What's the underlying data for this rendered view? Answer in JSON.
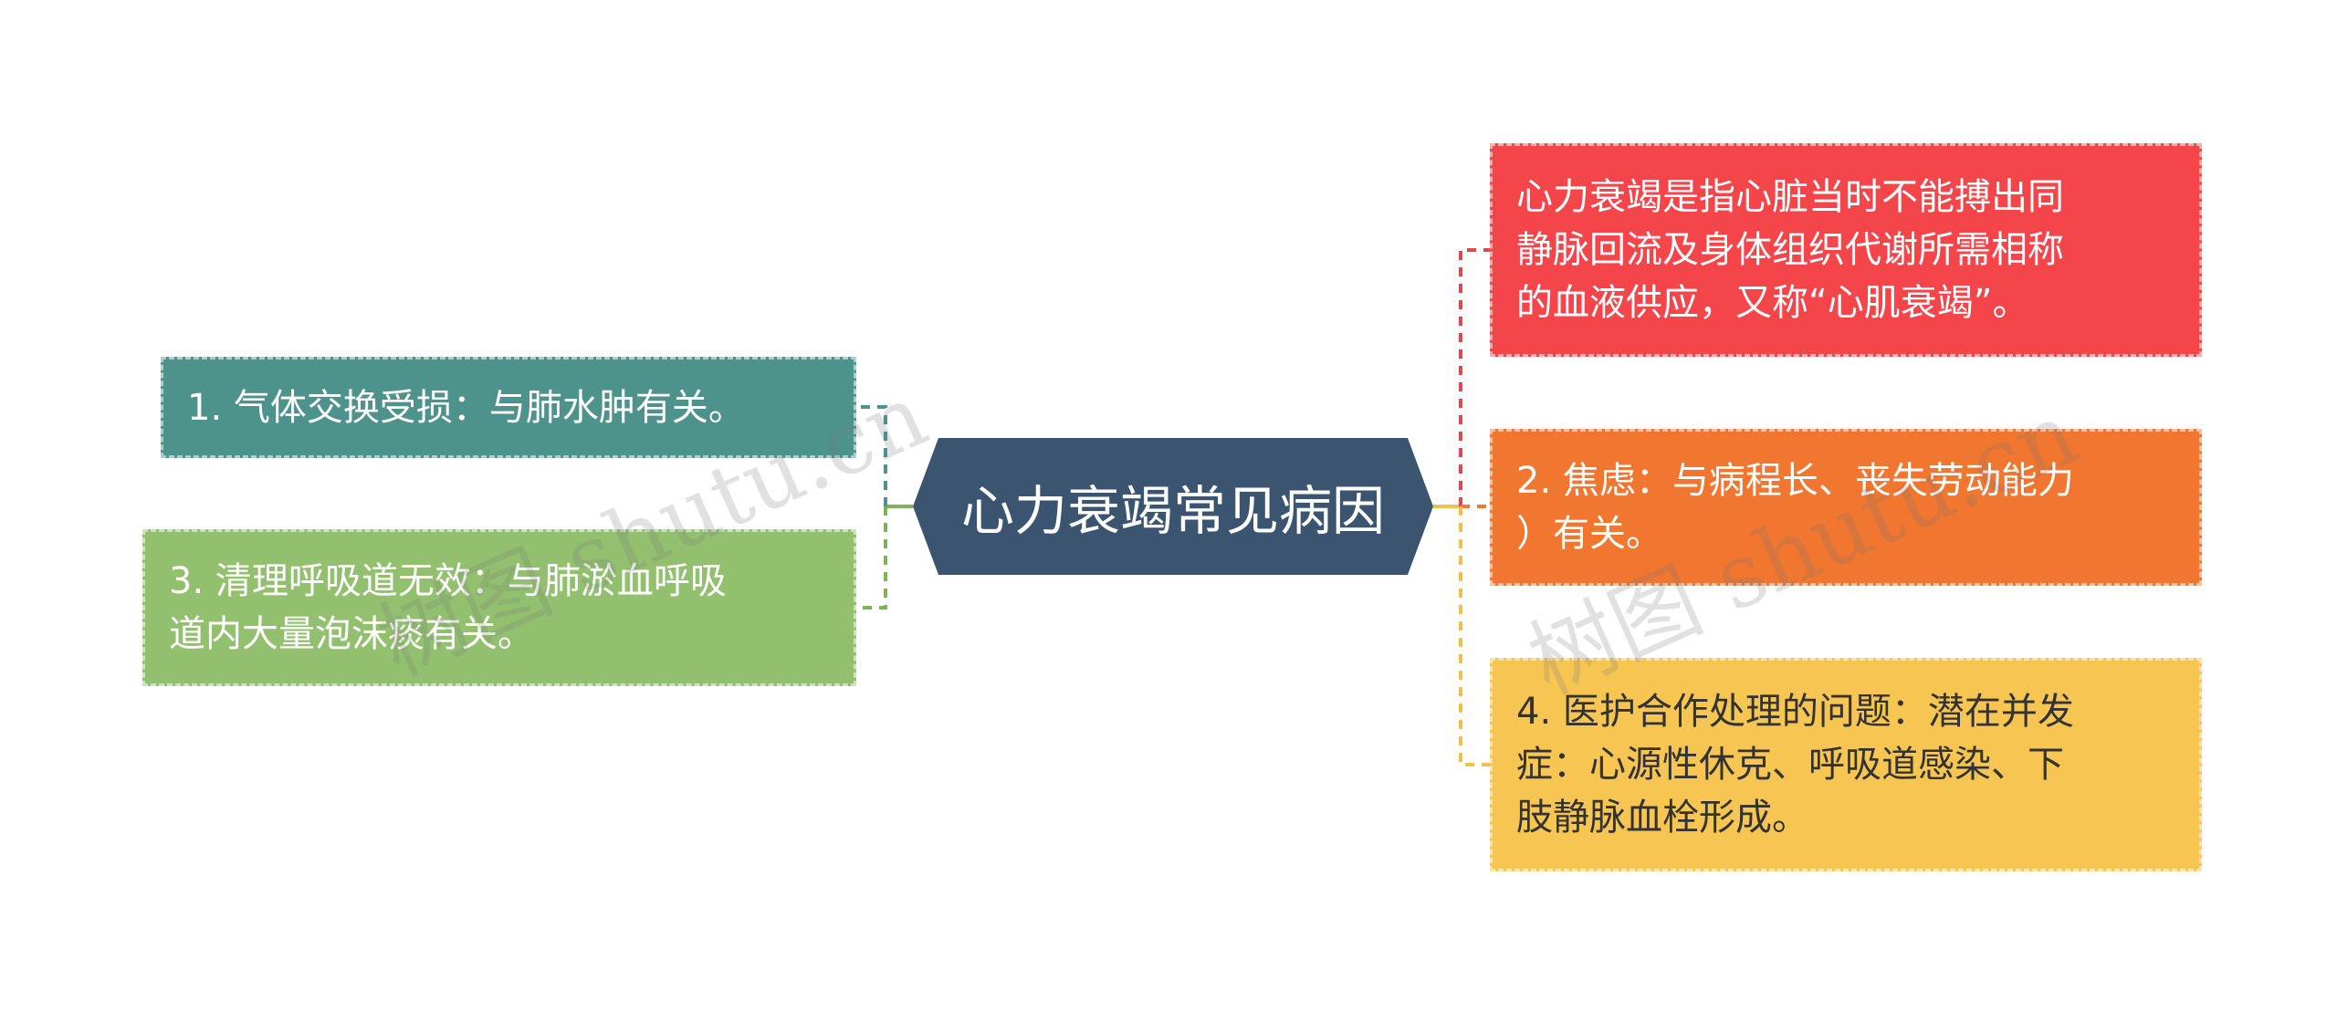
{
  "mindmap": {
    "center": {
      "label": "心力衰竭常见病因",
      "color": "#3b5570"
    },
    "left_nodes": [
      {
        "text": "1. 气体交换受损：与肺水肿有关。",
        "color": "#4e928c",
        "line_color": "#4e928c"
      },
      {
        "text": "3. 清理呼吸道无效：与肺淤血呼吸\n道内大量泡沫痰有关。",
        "color": "#92c06e",
        "line_color": "#7fb35a"
      }
    ],
    "right_nodes": [
      {
        "text": "心力衰竭是指心脏当时不能搏出同\n静脉回流及身体组织代谢所需相称\n的血液供应，又称“心肌衰竭”。",
        "color": "#f3454a",
        "line_color": "#e0484b"
      },
      {
        "text": "2. 焦虑：与病程长、丧失劳动能力\n）有关。",
        "color": "#f1762f",
        "line_color": "#ee7a35"
      },
      {
        "text": "4. 医护合作处理的问题：潜在并发\n症：心源性休克、呼吸道感染、下\n肢静脉血栓形成。",
        "color": "#f7c552",
        "line_color": "#f2bf4a"
      }
    ]
  },
  "watermarks": [
    "树图 shutu.cn",
    "树图 shutu.cn"
  ]
}
